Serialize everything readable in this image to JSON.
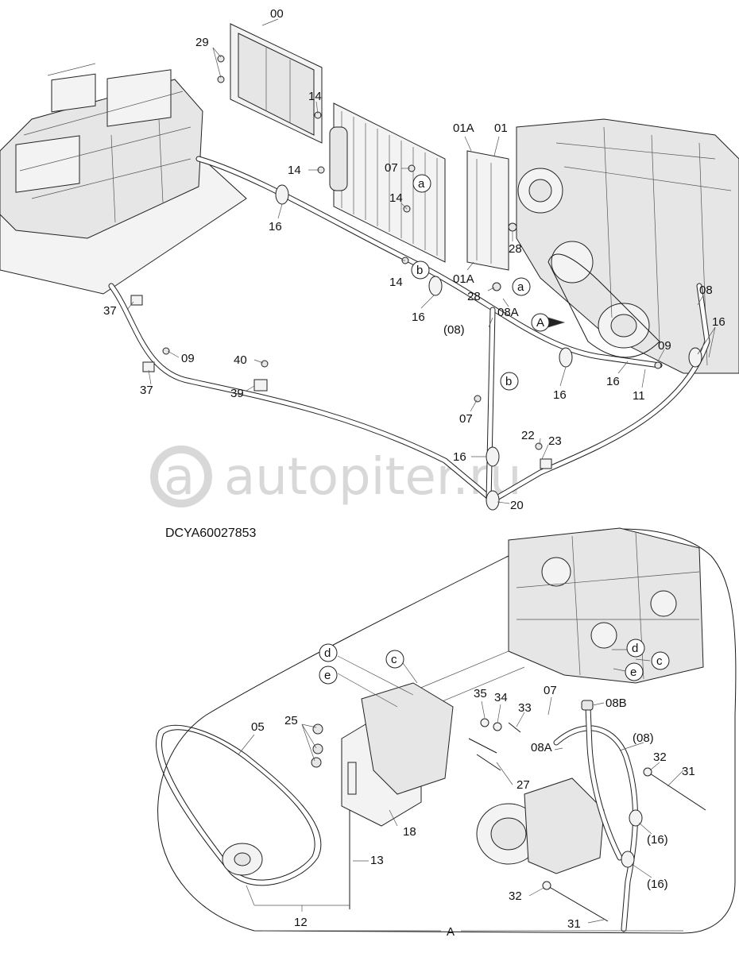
{
  "drawing_code": "DCYA60027853",
  "watermark": "autopiter.ru",
  "detail_view_label": "A",
  "view_arrow_label": "A",
  "labels": {
    "l_00": "00",
    "l_29": "29",
    "l_14a": "14",
    "l_14b": "14",
    "l_14c": "14",
    "l_14d": "14",
    "l_07a": "07",
    "l_01A_top": "01A",
    "l_01": "01",
    "l_28a": "28",
    "l_28b": "28",
    "l_01A_bot": "01A",
    "l_08a": "08",
    "l_08A_top": "08A",
    "l_08_paren_top": "(08)",
    "l_16a": "16",
    "l_16b": "16",
    "l_16c": "16",
    "l_16d": "16",
    "l_16e": "16",
    "l_16f": "16",
    "l_37a": "37",
    "l_37b": "37",
    "l_09a": "09",
    "l_09b": "09",
    "l_40": "40",
    "l_39": "39",
    "l_11": "11",
    "l_07b": "07",
    "l_22": "22",
    "l_23": "23",
    "l_20": "20",
    "l_05": "05",
    "l_25": "25",
    "l_35": "35",
    "l_34": "34",
    "l_33": "33",
    "l_07c": "07",
    "l_08B": "08B",
    "l_08A_bot": "08A",
    "l_08_paren_bot": "(08)",
    "l_32a": "32",
    "l_31a": "31",
    "l_27": "27",
    "l_18": "18",
    "l_16_paren_a": "(16)",
    "l_16_paren_b": "(16)",
    "l_13": "13",
    "l_32b": "32",
    "l_12": "12",
    "l_31b": "31"
  },
  "circles": {
    "c_a1": "a",
    "c_a2": "a",
    "c_b1": "b",
    "c_b2": "b",
    "c_d1": "d",
    "c_c1": "c",
    "c_e1": "e",
    "c_d2": "d",
    "c_c2": "c",
    "c_e2": "e"
  }
}
